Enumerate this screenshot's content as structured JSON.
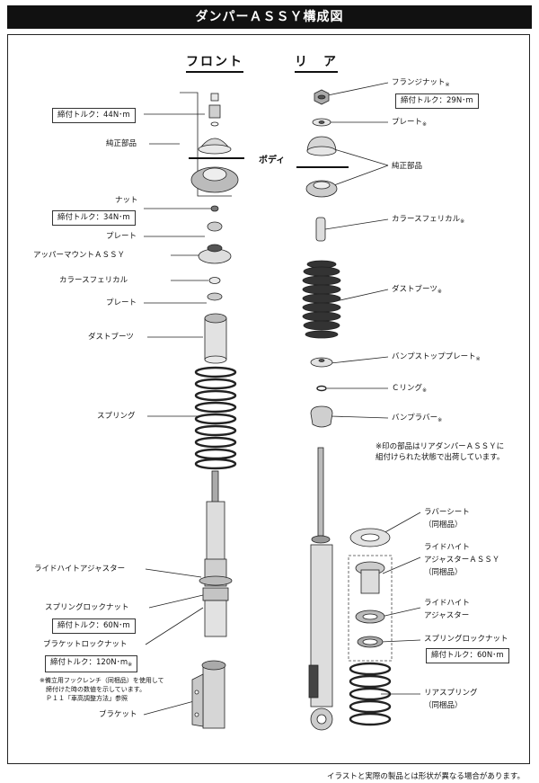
{
  "title": "ダンパーＡＳＳＹ構成図",
  "headers": {
    "front": "フロント",
    "rear": "リ　ア"
  },
  "body_label": "ボディ",
  "front": {
    "torque_top": "締付トルク：44N･m",
    "genuine": "純正部品",
    "nut": "ナット",
    "torque_nut": "締付トルク：34N･m",
    "plate1": "プレート",
    "upper_mount": "アッパーマウントＡＳＳＹ",
    "collar": "カラースフェリカル",
    "plate2": "プレート",
    "dust_boot": "ダストブーツ",
    "spring": "スプリング",
    "ride_adjuster": "ライドハイトアジャスター",
    "spring_lock": "スプリングロックナット",
    "torque_spring": "締付トルク：60N･m",
    "bracket_lock": "ブラケットロックナット",
    "torque_bracket": "締付トルク：120N･m",
    "asterisk": "※",
    "note1": "※備立用フックレンチ（同梱品）を使用して",
    "note2": "　締付けた時の数値を示しています。",
    "note3": "　Ｐ１１「車高調整方法」参照",
    "bracket": "ブラケット"
  },
  "rear": {
    "flange_nut": "フランジナット",
    "torque_flange": "締付トルク：29N･m",
    "plate": "プレート",
    "genuine": "純正部品",
    "collar": "カラースフェリカル",
    "dust_boot": "ダストブーツ",
    "bump_plate": "バンプストッププレート",
    "c_ring": "Ｃリング",
    "bump_rubber": "バンプラバー",
    "note1": "※印の部品はリアダンパーＡＳＳＹに",
    "note2": "組付けられた状態で出荷しています。",
    "rubber_seat": "ラバーシート",
    "rubber_seat_sub": "（同梱品）",
    "ride_assy1": "ライドハイト",
    "ride_assy2": "アジャスターＡＳＳＹ",
    "ride_assy_sub": "（同梱品）",
    "ride_adj1": "ライドハイト",
    "ride_adj2": "アジャスター",
    "spring_lock": "スプリングロックナット",
    "torque_spring": "締付トルク：60N･m",
    "rear_spring": "リアスプリング",
    "rear_spring_sub": "（同梱品）",
    "asterisk": "※"
  },
  "footer": "イラストと実際の製品とは形状が異なる場合があります。"
}
